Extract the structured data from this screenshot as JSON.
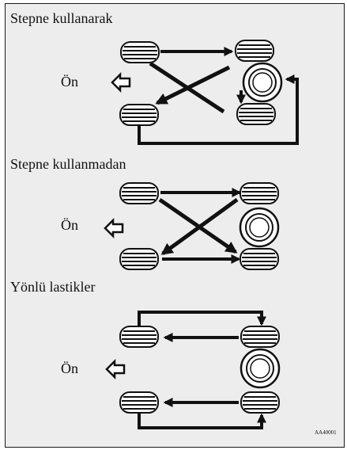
{
  "sections": [
    {
      "heading": "Stepne kullanarak",
      "front_label": "Ön"
    },
    {
      "heading": "Stepne kullanmadan",
      "front_label": "Ön"
    },
    {
      "heading": "Yönlü lastikler",
      "front_label": "Ön"
    }
  ],
  "figure_code": "AA40001",
  "icons": {
    "tire": "tire-side-view-icon",
    "spare": "spare-tire-icon",
    "front": "front-direction-arrow-icon"
  },
  "colors": {
    "background": "#ededed",
    "ink": "#111111",
    "tire_fill": "#ffffff",
    "border": "#1a1a1a"
  }
}
